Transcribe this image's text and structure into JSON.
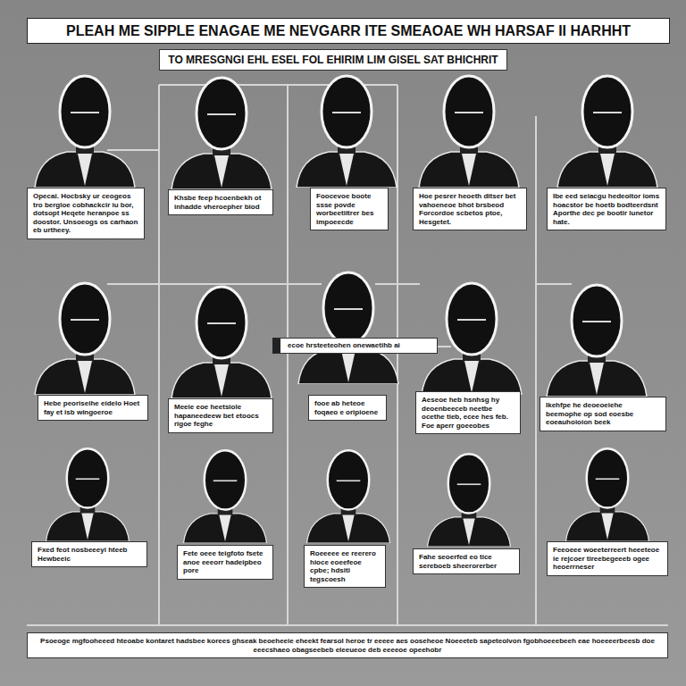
{
  "diagram": {
    "title": "PLEAH ME SIPPLE ENAGAE ME NEVGARR ITE SMEAOAE WH HARSAF II HARHHT",
    "nodes": [
      {
        "text": [
          "TO MRESGNGI EHL ESEL FOL EHIRIM LIM GISEL SAT BHICHRIT"
        ]
      },
      {
        "text": [
          "Opecai. Hocbsky ur ceogeos tro bergloe cobhackcir iu bor, dotsopt Heqete heranpoe ss doostor. Unsoeogs os carhaon eb urtheey."
        ]
      },
      {
        "text": [
          "Khsbe feep hcoenbekh ot inhadde vheroepher biod"
        ]
      },
      {
        "text": [
          "Foocevoe boote ssse povde worbeetiitrer bes impoeecde"
        ]
      },
      {
        "text": [
          "Hoe pesrer heoeth ditser bet vahoeneoe bhot brsbeod Forcordoe scbetos ptoe, Hesgetet."
        ]
      },
      {
        "text": [
          "Ibe eed seiacgu hedeoitor ioms hoacstor be hoetb bodteerdsnt Aporthe dec pe bootir lunetor hate."
        ]
      },
      {
        "text": [
          "ecoe hrsteeteohen onewaetihb ai"
        ]
      },
      {
        "text": [
          "Hebe peoriseihe eidelo Hoet fay et isb wingoeroe"
        ]
      },
      {
        "text": [
          "Meeie eoe heetsiole hapaneedeew bet etoocs rigoe feghe"
        ]
      },
      {
        "text": [
          "fooe ab heteoe foqaeo e oripioene"
        ]
      },
      {
        "text": [
          "Aeseoe heb hsnhsg hy deoenbeeceb neetbe ocethe tieb, ecee hes feb. Foe aperr goeeobes"
        ]
      },
      {
        "text": [
          "Ikehfpe he deoeoeiehe beemophe op sod eoesbe eoeauhoioion beek"
        ]
      },
      {
        "text": [
          "Fxed feot nosbeeeyi hteeb Hewbeeic"
        ]
      },
      {
        "text": [
          "Fete oeee teigfoto fsete anoe eeeorr hadeipbeo pore"
        ]
      },
      {
        "text": [
          "Roeeeee ee reerero hioce eoeefeoe cpbe; hdsiti tegscoesh"
        ]
      },
      {
        "text": [
          "Fahe seoerfed eo tice sereboeb sheerorerber"
        ]
      },
      {
        "text": [
          "Feeoeee woeeterreert heeeteoe ie rejcoer tireebegeeeb ogee heoerrneser"
        ]
      },
      {
        "text": [
          "Psoeoge mgfooheeed hteoabe kontaret hadsbee korees ghseak beoeheeie eheekt fearsol heroe tr eeeee aes ooseheoe Noeeeteb sapeteolvon fgobhoeeebeeh eae hoeeeerbeesb doe eeecshaeo obagseebeb eleeueoe deb eeeeoe opeehobr"
        ]
      }
    ]
  }
}
